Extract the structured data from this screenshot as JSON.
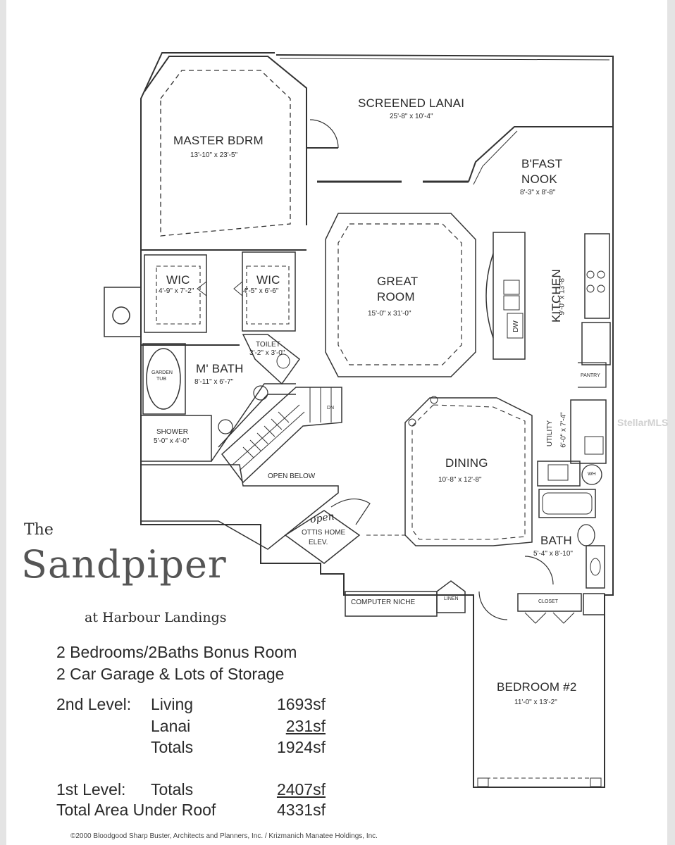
{
  "rooms": {
    "lanai": {
      "name": "SCREENED LANAI",
      "dim": "25'-8\" x 10'-4\""
    },
    "master": {
      "name": "MASTER BDRM",
      "dim": "13'-10\" x 23'-5\""
    },
    "nook": {
      "name1": "B'FAST",
      "name2": "NOOK",
      "dim": "8'-3\" x 8'-8\""
    },
    "great": {
      "name1": "GREAT",
      "name2": "ROOM",
      "dim": "15'-0\" x 31'-0\""
    },
    "kitchen": {
      "name": "KITCHEN",
      "dim": "9'-0\" x 13'-8\""
    },
    "wic1": {
      "name": "WIC",
      "dim": "4'-9\" x 7'-2\""
    },
    "wic2": {
      "name": "WIC",
      "dim": "4'-5\" x 6'-6\""
    },
    "toilet": {
      "name": "TOILET",
      "dim": "3'-2\" x 3'-0\""
    },
    "mbath": {
      "name": "M' BATH",
      "dim": "8'-11\" x 6'-7\""
    },
    "tub": {
      "name1": "GARDEN",
      "name2": "TUB"
    },
    "shower": {
      "name": "SHOWER",
      "dim": "5'-0\" x 4'-0\""
    },
    "open_below": "OPEN BELOW",
    "dining": {
      "name": "DINING",
      "dim": "10'-8\" x 12'-8\""
    },
    "utility": {
      "name": "UTILITY",
      "dim": "6'-0\" x 7'-4\""
    },
    "pantry": "PANTRY",
    "wh": "WH",
    "dw": "DW",
    "dn": "DN",
    "bath": {
      "name": "BATH",
      "dim": "5'-4\" x 8'-10\""
    },
    "elev": {
      "name1": "OTTIS HOME",
      "name2": "ELEV.",
      "note": "open"
    },
    "computer": "COMPUTER NICHE",
    "linen": "LINEN",
    "closet": "CLOSET",
    "bedroom2": {
      "name": "BEDROOM #2",
      "dim": "11'-0\" x 13'-2\""
    }
  },
  "branding": {
    "the": "The",
    "name": "Sandpiper",
    "subtitle": "at Harbour Landings",
    "watermark": "StellarMLS"
  },
  "features": {
    "line1": "2 Bedrooms/2Baths   Bonus Room",
    "line2": "2 Car Garage & Lots of Storage"
  },
  "areas": {
    "second_level": "2nd Level:",
    "living_label": "Living",
    "living_value": "1693sf",
    "lanai_label": "Lanai",
    "lanai_value": "231sf",
    "totals_label": "Totals",
    "totals_value": "1924sf",
    "first_level": "1st Level:",
    "first_totals_label": "Totals",
    "first_totals_value": "2407sf",
    "total_roof_label": "Total Area Under Roof",
    "total_roof_value": "4331sf"
  },
  "copyright": "©2000 Bloodgood Sharp Buster, Architects and Planners, Inc. / Krizmanich Manatee Holdings, Inc."
}
